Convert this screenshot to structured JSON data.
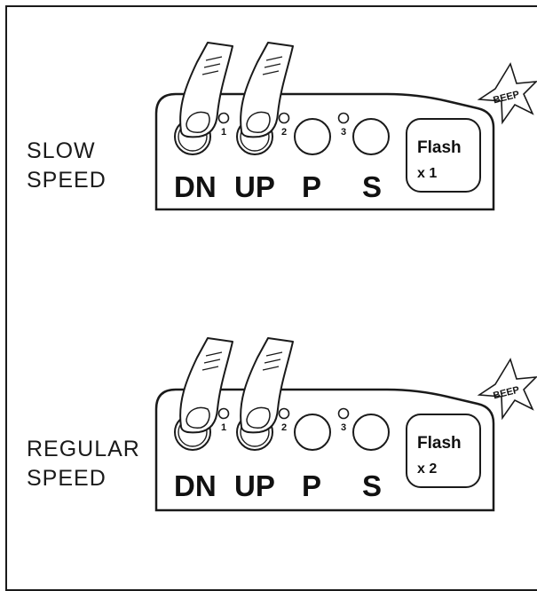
{
  "diagrams": [
    {
      "speed_label_lines": [
        "SLOW",
        "SPEED"
      ],
      "buttons": [
        "DN",
        "UP",
        "P",
        "S"
      ],
      "leds": [
        "1",
        "2",
        "3"
      ],
      "flash": {
        "title": "Flash",
        "count": "x 1"
      },
      "beep": "BEEP",
      "pressed_buttons": [
        "DN",
        "UP"
      ]
    },
    {
      "speed_label_lines": [
        "REGULAR",
        "SPEED"
      ],
      "buttons": [
        "DN",
        "UP",
        "P",
        "S"
      ],
      "leds": [
        "1",
        "2",
        "3"
      ],
      "flash": {
        "title": "Flash",
        "count": "x 2"
      },
      "beep": "BEEP",
      "pressed_buttons": [
        "DN",
        "UP"
      ]
    }
  ]
}
